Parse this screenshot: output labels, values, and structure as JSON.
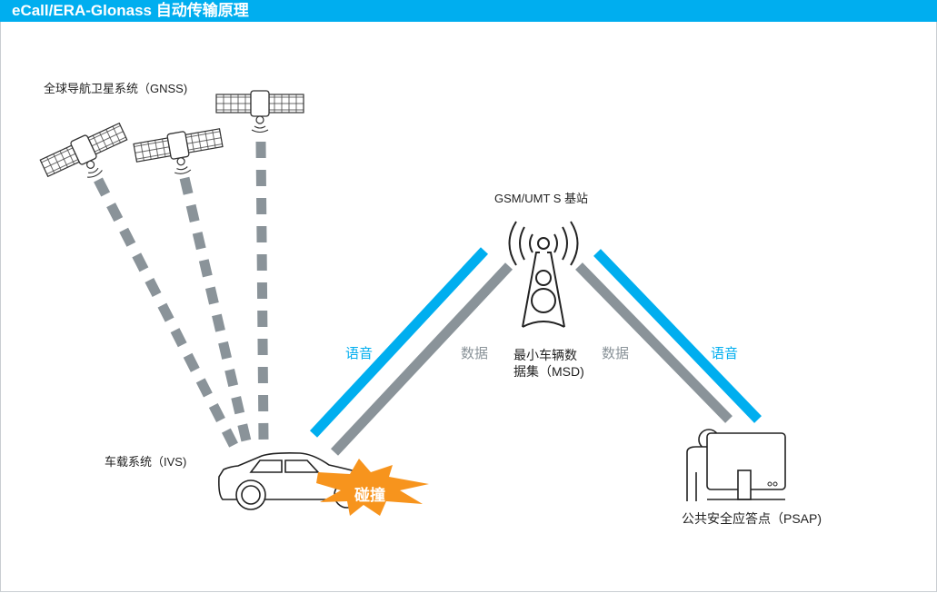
{
  "header": {
    "title": "eCall/ERA-Glonass 自动传输原理"
  },
  "labels": {
    "gnss": "全球导航卫星系统（GNSS)",
    "base_station": "GSM/UMT S 基站",
    "voice_left": "语音",
    "data_left": "数据",
    "msd_line1": "最小车辆数",
    "msd_line2": "据集（MSD)",
    "data_right": "数据",
    "voice_right": "语音",
    "ivs": "车载系统（IVS)",
    "crash": "碰撞",
    "psap": "公共安全应答点（PSAP)"
  },
  "colors": {
    "accent": "#00aeef",
    "data": "#8a9399",
    "crash": "#f7941d"
  }
}
